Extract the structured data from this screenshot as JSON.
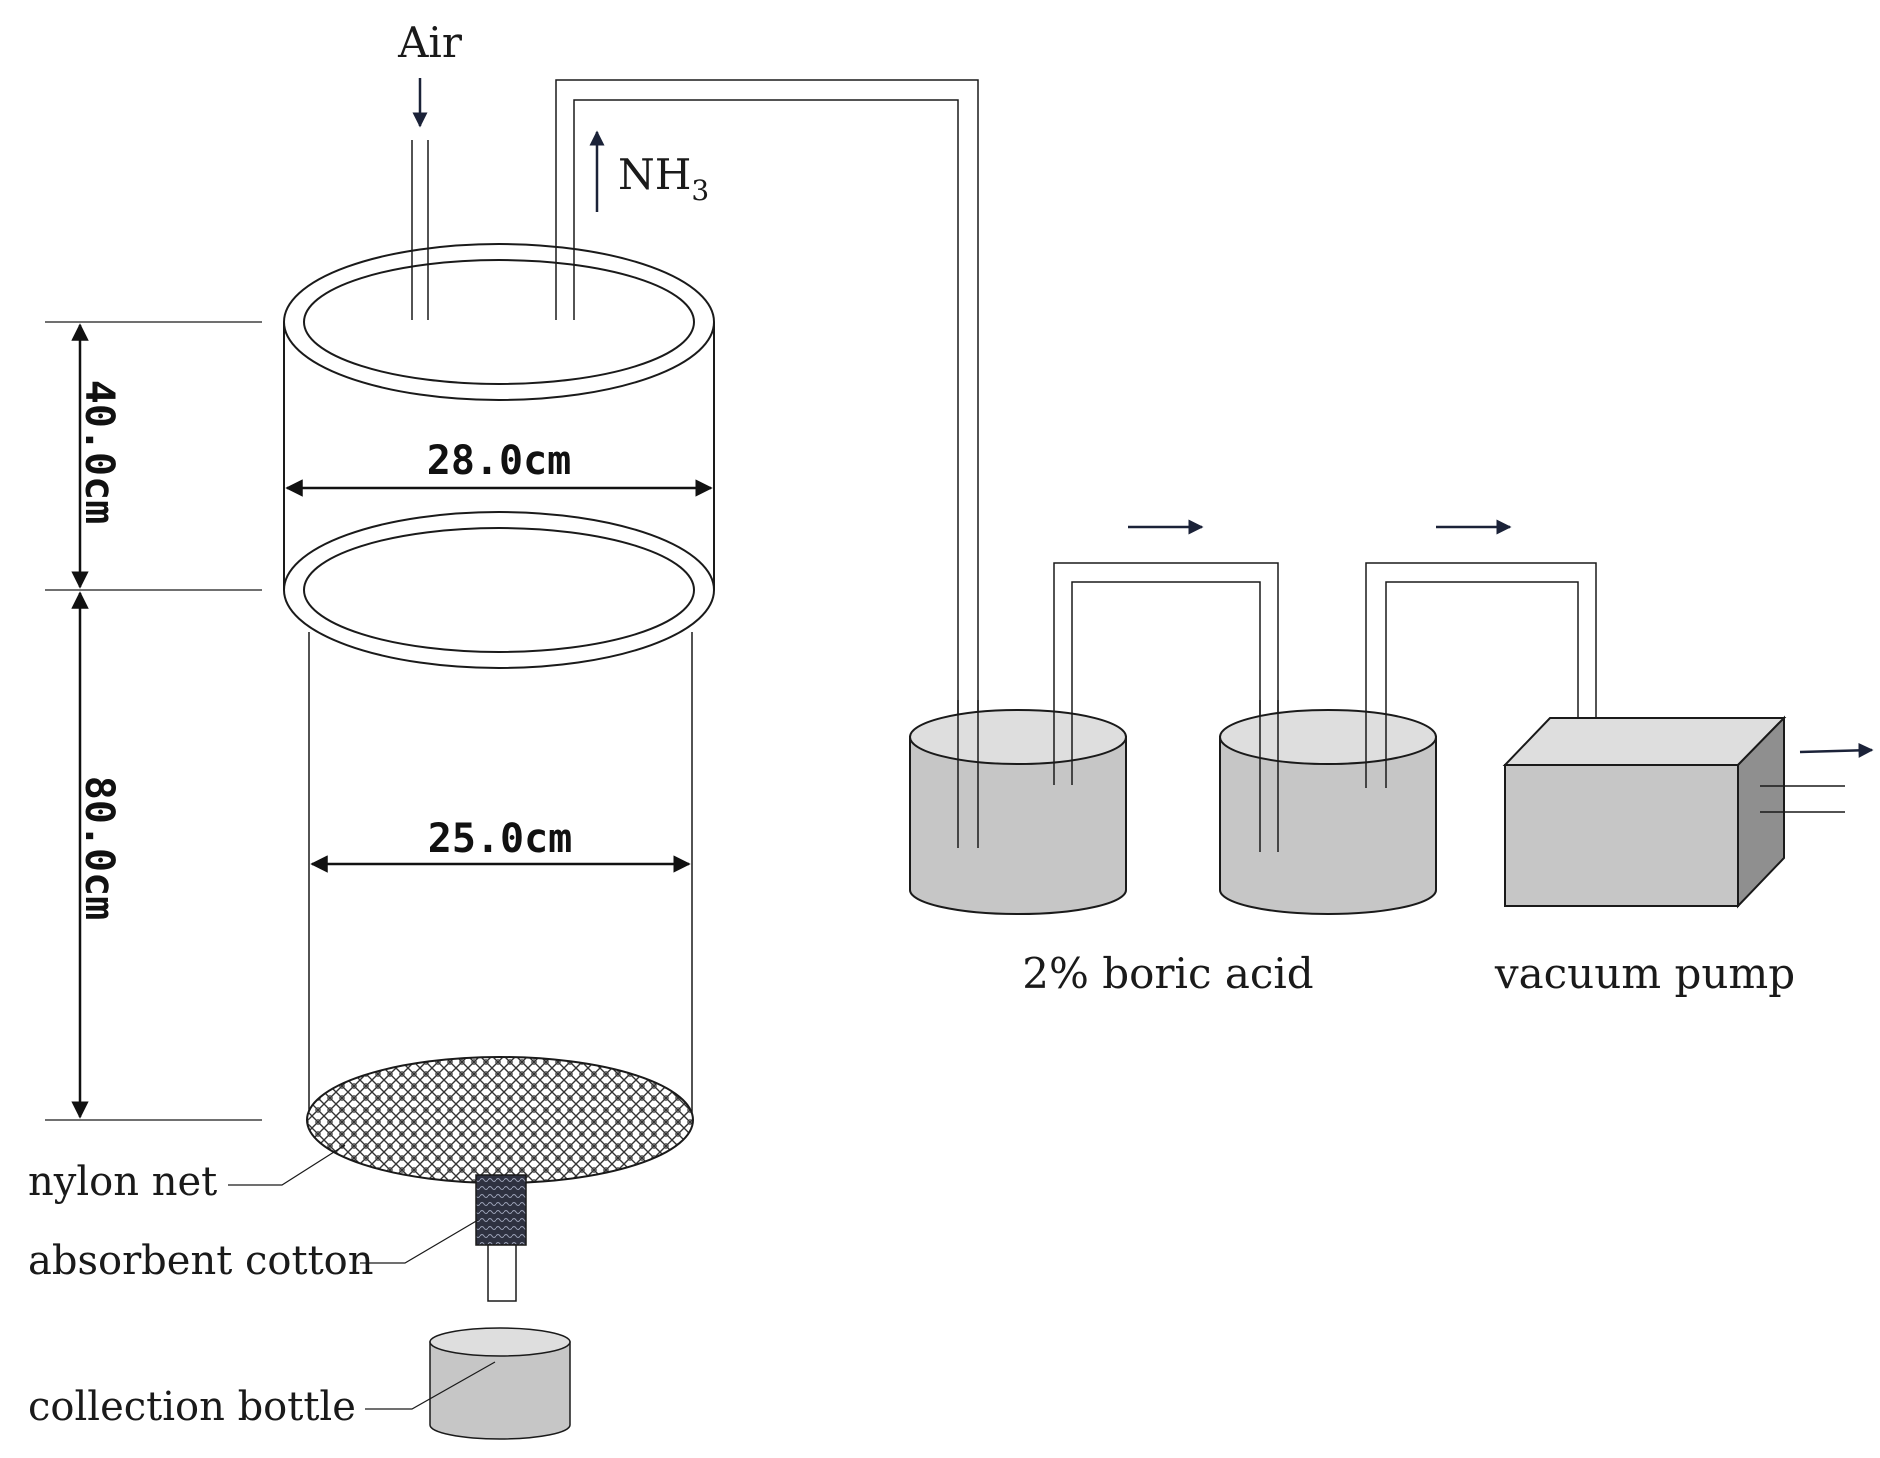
{
  "labels": {
    "air": "Air",
    "nh3_main": "NH",
    "nh3_sub": "3",
    "width_top": "28.0cm",
    "width_bottom": "25.0cm",
    "height_top": "40.0cm",
    "height_bottom": "80.0cm",
    "boric_acid": "2% boric acid",
    "vacuum_pump": "vacuum pump",
    "nylon_net": "nylon net",
    "absorbent_cotton": "absorbent cotton",
    "collection_bottle": "collection bottle"
  },
  "colors": {
    "line": "#1a1a1a",
    "arrow": "#1b2238",
    "container_fill": "#c6c6c6",
    "container_top": "#dedede",
    "pump_side": "#8f8f8f",
    "cotton": "#2e3140"
  },
  "icons": [
    "down-arrow-icon",
    "up-arrow-icon",
    "right-arrow-icon",
    "mesh-pattern"
  ]
}
